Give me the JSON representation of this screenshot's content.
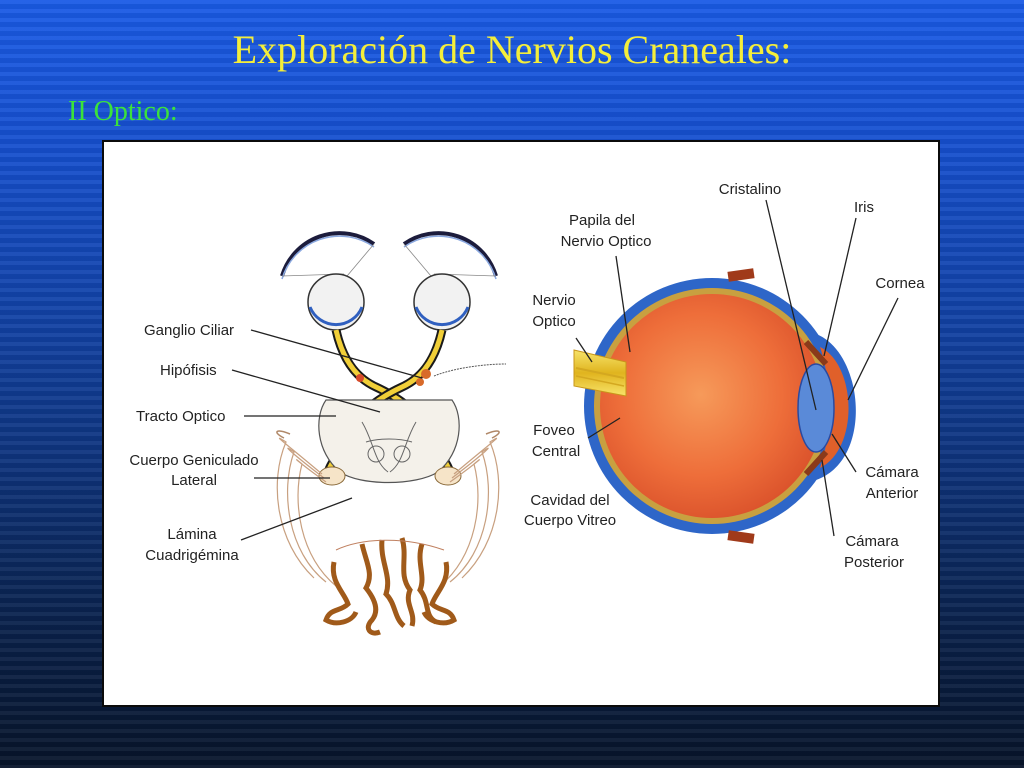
{
  "slide": {
    "title": "Exploración de Nervios Craneales:",
    "subtitle": "II Optico:"
  },
  "brain_labels": {
    "ganglio_ciliar": "Ganglio Ciliar",
    "hipofisis": "Hipófisis",
    "tracto_optico": "Tracto Optico",
    "cuerpo_geniculado_1": "Cuerpo Geniculado",
    "cuerpo_geniculado_2": "Lateral",
    "lamina_1": "Lámina",
    "lamina_2": "Cuadrigémina"
  },
  "eye_labels": {
    "cristalino": "Cristalino",
    "iris": "Iris",
    "papila_1": "Papila del",
    "papila_2": "Nervio Optico",
    "cornea": "Cornea",
    "nervio_1": "Nervio",
    "nervio_2": "Optico",
    "foveo_1": "Foveo",
    "foveo_2": "Central",
    "camara_ant_1": "Cámara",
    "camara_ant_2": "Anterior",
    "cavidad_1": "Cavidad del",
    "cavidad_2": "Cuerpo Vitreo",
    "camara_post_1": "Cámara",
    "camara_post_2": "Posterior"
  },
  "colors": {
    "title": "#f4ee3a",
    "subtitle": "#3be23b",
    "eyeball": "#f07a3a",
    "sclera": "#2e66c8",
    "optic_nerve": "#f0d23a"
  }
}
